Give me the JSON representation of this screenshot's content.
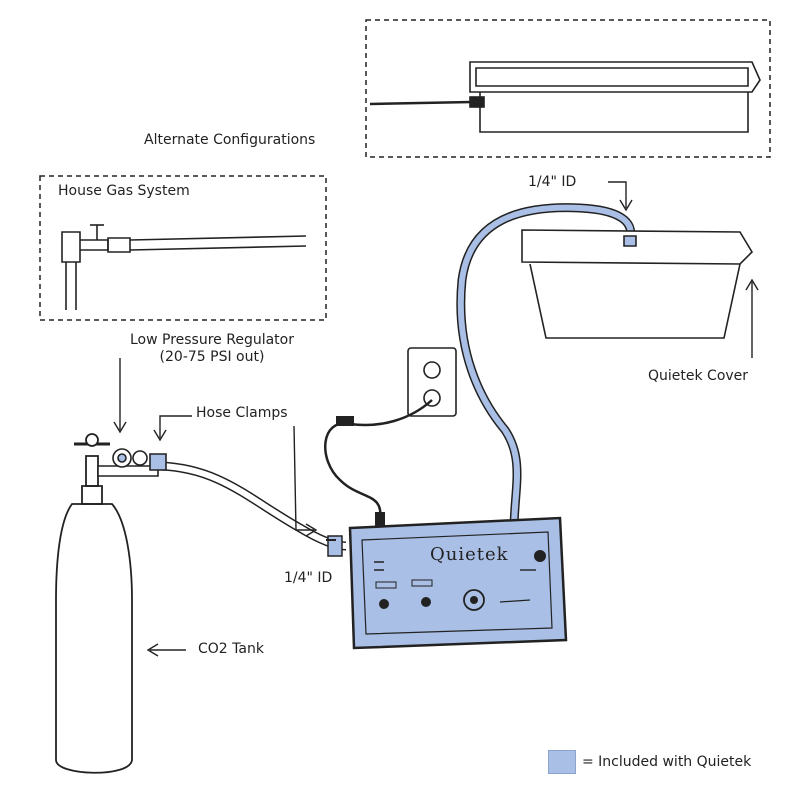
{
  "labels": {
    "alternate_configurations": "Alternate Configurations",
    "house_gas_system": "House Gas System",
    "low_pressure_regulator": "Low Pressure Regulator",
    "psi_out": "(20-75 PSI out)",
    "hose_clamps": "Hose Clamps",
    "hose_id_left": "1/4\" ID",
    "hose_id_right": "1/4\" ID",
    "quietek_cover": "Quietek Cover",
    "co2_tank": "CO2 Tank",
    "device_name": "Quietek"
  },
  "legend": {
    "text": "= Included with Quietek",
    "color": "#a9bfe6"
  },
  "colors": {
    "included": "#a9bfe6",
    "ink": "#222222"
  }
}
